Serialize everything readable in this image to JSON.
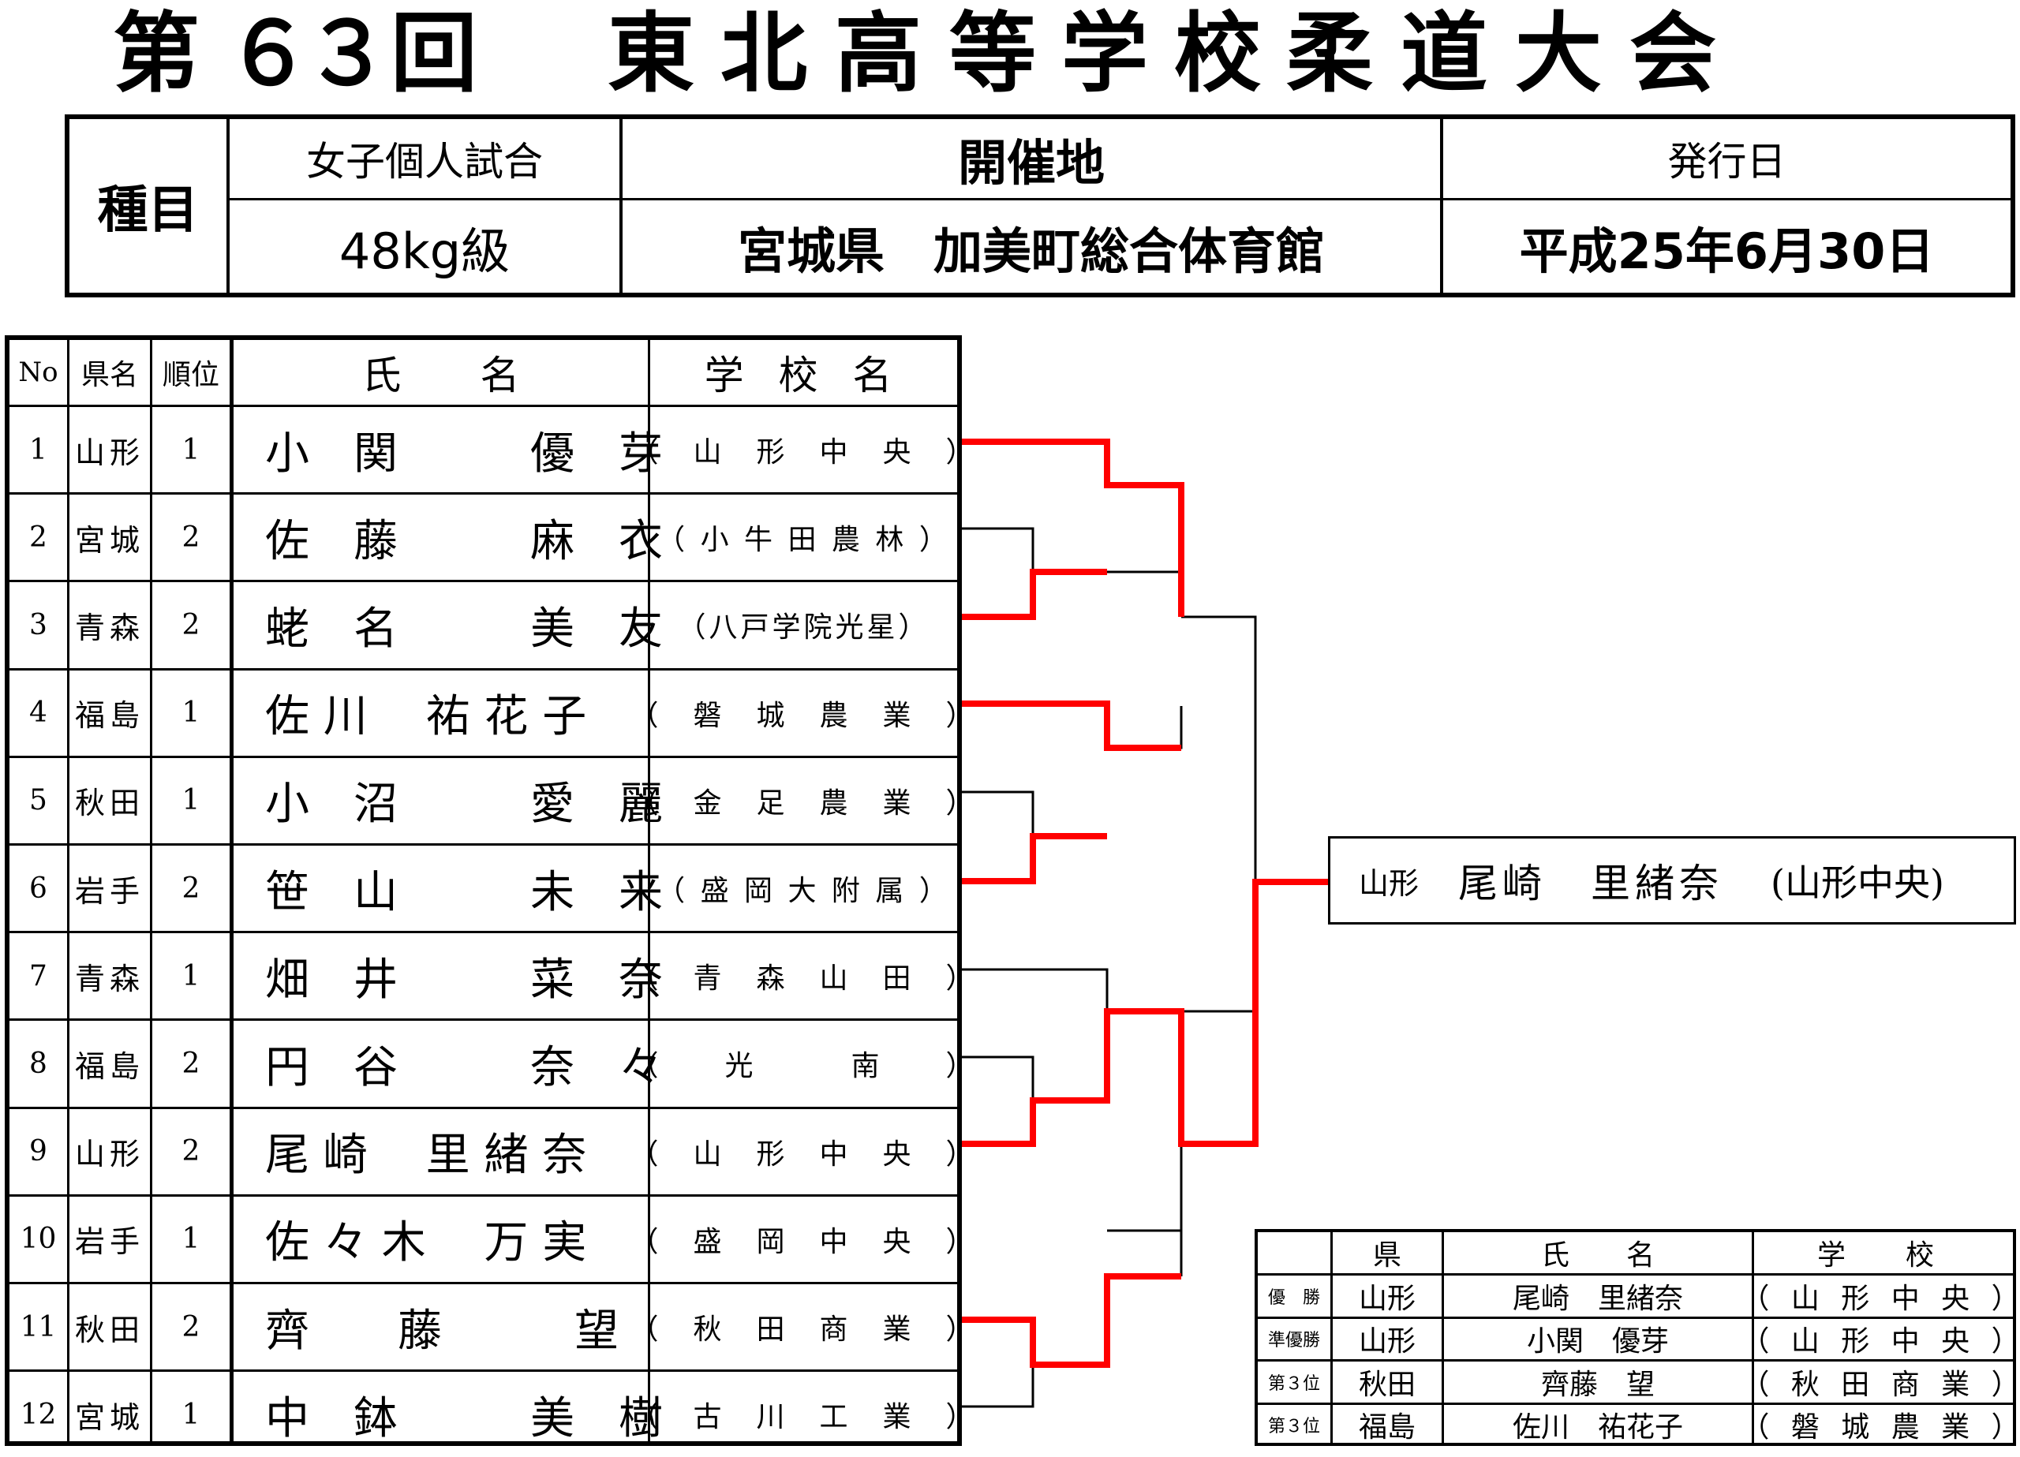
{
  "title": {
    "parts": [
      "第",
      "６",
      "３",
      "回",
      "東",
      "北",
      "高",
      "等",
      "学",
      "校",
      "柔",
      "道",
      "大",
      "会"
    ]
  },
  "info": {
    "category_label": "種目",
    "event": "女子個人試合",
    "weight_class": "48kg級",
    "venue_label": "開催地",
    "venue": "宮城県　加美町総合体育館",
    "issue_label": "発行日",
    "issue_date": "平成25年6月30日"
  },
  "bracket": {
    "headers": {
      "no": "No",
      "pref": "県名",
      "rank": "順位",
      "name": "氏　　名",
      "school": "学 校 名"
    },
    "rows": [
      {
        "no": "1",
        "pref": "山形",
        "rank": "1",
        "name": "小　関　　　優　芽",
        "school": "（　山　形　中　央　）"
      },
      {
        "no": "2",
        "pref": "宮城",
        "rank": "2",
        "name": "佐　藤　　　麻　衣",
        "school": "（ 小 牛 田 農 林 ）"
      },
      {
        "no": "3",
        "pref": "青森",
        "rank": "2",
        "name": "蛯　名　　　美　友",
        "school": "（八戸学院光星）"
      },
      {
        "no": "4",
        "pref": "福島",
        "rank": "1",
        "name": "佐 川　 祐 花 子",
        "school": "（　磐　城　農　業　）"
      },
      {
        "no": "5",
        "pref": "秋田",
        "rank": "1",
        "name": "小　沼　　　愛　麗",
        "school": "（　金　足　農　業　）"
      },
      {
        "no": "6",
        "pref": "岩手",
        "rank": "2",
        "name": "笹　山　　　未　来",
        "school": "（ 盛 岡 大 附 属 ）"
      },
      {
        "no": "7",
        "pref": "青森",
        "rank": "1",
        "name": "畑　井　　　菜　奈",
        "school": "（　青　森　山　田　）"
      },
      {
        "no": "8",
        "pref": "福島",
        "rank": "2",
        "name": "円　谷　　　奈　々",
        "school": "（　　光　　　南　　）"
      },
      {
        "no": "9",
        "pref": "山形",
        "rank": "2",
        "name": "尾 崎　 里 緒 奈",
        "school": "（　山　形　中　央　）"
      },
      {
        "no": "10",
        "pref": "岩手",
        "rank": "1",
        "name": "佐 々 木　 万 実",
        "school": "（　盛　岡　中　央　）"
      },
      {
        "no": "11",
        "pref": "秋田",
        "rank": "2",
        "name": "齊　　藤　　　望",
        "school": "（　秋　田　商　業　）"
      },
      {
        "no": "12",
        "pref": "宮城",
        "rank": "1",
        "name": "中　鉢　　　美　樹",
        "school": "（　古　川　工　業　）"
      }
    ]
  },
  "winner": {
    "pref": "山形",
    "name": "尾崎　里緒奈",
    "school": "(山形中央)"
  },
  "results": {
    "headers": {
      "pref": "県",
      "name": "氏　　名",
      "school": "学　校"
    },
    "rows": [
      {
        "place": "優　勝",
        "pref": "山形",
        "name": "尾崎　里緒奈",
        "school": "（ 山 形 中 央 ）"
      },
      {
        "place": "準優勝",
        "pref": "山形",
        "name": "小関　優芽",
        "school": "（ 山 形 中 央 ）"
      },
      {
        "place": "第３位",
        "pref": "秋田",
        "name": "齊藤　望",
        "school": "（ 秋 田 商 業 ）"
      },
      {
        "place": "第３位",
        "pref": "福島",
        "name": "佐川　祐花子",
        "school": "（ 磐 城 農 業 ）"
      }
    ]
  },
  "colors": {
    "winner_path": "#ff0000",
    "line": "#000000"
  }
}
